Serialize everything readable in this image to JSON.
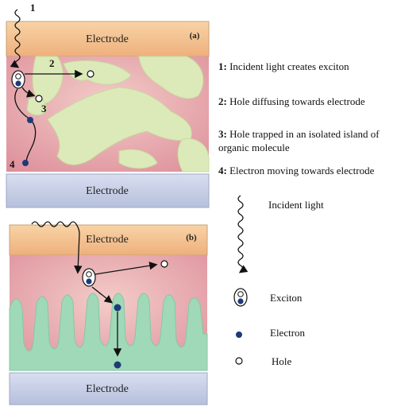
{
  "panel_a": {
    "electrode_top": "Electrode",
    "electrode_bottom": "Electrode",
    "panel_label": "(a)",
    "markers": [
      "1",
      "2",
      "3",
      "4"
    ]
  },
  "panel_b": {
    "electrode_top": "Electrode",
    "electrode_bottom": "Electrode",
    "panel_label": "(b)"
  },
  "legend": {
    "items": [
      {
        "num": "1:",
        "text": "Incident light creates exciton"
      },
      {
        "num": "2:",
        "text": "Hole diffusing towards electrode"
      },
      {
        "num": "3:",
        "text": "Hole trapped in an isolated island of organic molecule"
      },
      {
        "num": "4:",
        "text": "Electron moving towards electrode"
      }
    ],
    "symbols": {
      "incident_light": "Incident light",
      "exciton": "Exciton",
      "electron": "Electron",
      "hole": "Hole"
    }
  },
  "colors": {
    "electrode_top": "#f3c08e",
    "electrode_bottom": "#c8d0e4",
    "active_layer": "#e6a4a8",
    "acceptor": "#d8e8b4",
    "acceptor_b": "#9fd9b8",
    "electron": "#1f3a78"
  }
}
